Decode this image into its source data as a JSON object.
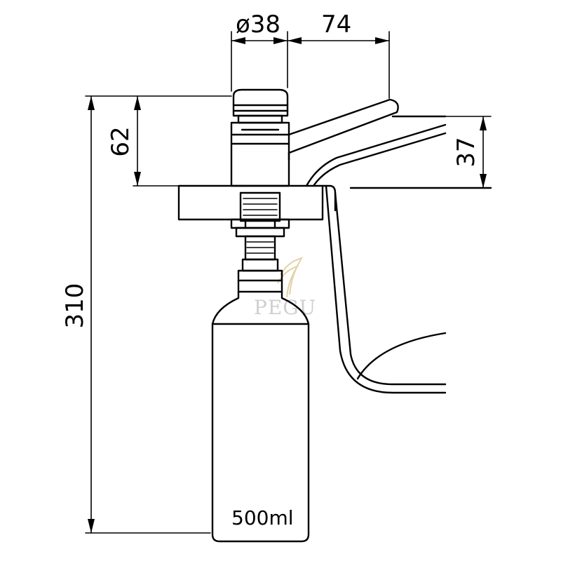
{
  "drawing": {
    "dimensions": {
      "diameter": "ø38",
      "reach": "74",
      "head_height": "62",
      "spout_height": "37",
      "total_height": "310"
    },
    "bottle": {
      "capacity_label": "500ml"
    },
    "watermark": {
      "text": "PEGU"
    }
  }
}
